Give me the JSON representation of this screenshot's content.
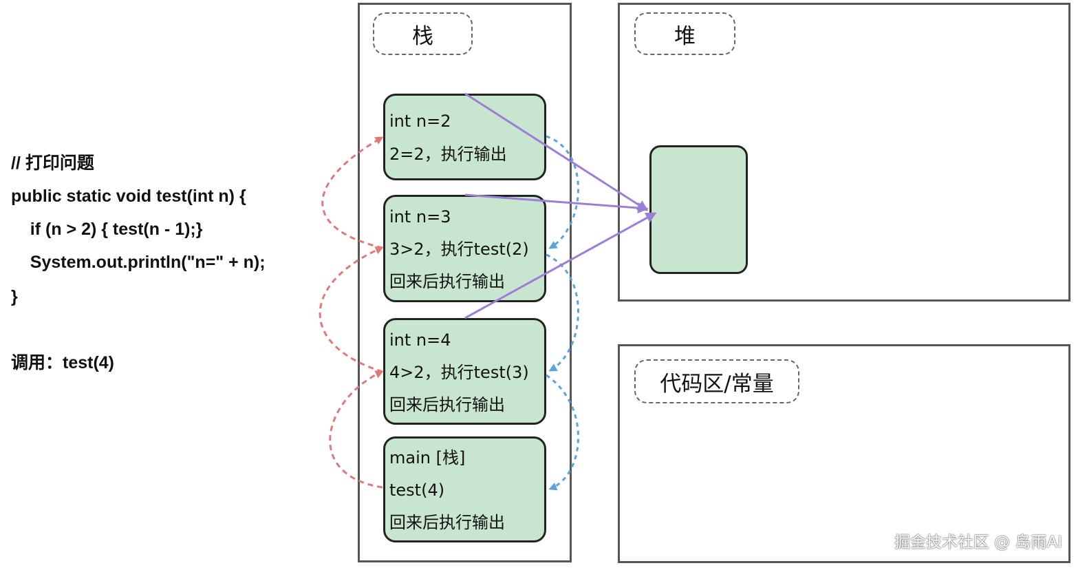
{
  "code": {
    "lines": [
      "// 打印问题",
      "public static void test(int n) {",
      "    if (n > 2) { test(n - 1);}",
      "    System.out.println(\"n=\" + n);",
      "}",
      "",
      "调用：test(4)"
    ]
  },
  "stack": {
    "label": "栈",
    "frames": [
      {
        "lines": [
          "int n=2",
          "2=2，执行输出"
        ]
      },
      {
        "lines": [
          "int n=3",
          "3>2，执行test(2)",
          "回来后执行输出"
        ]
      },
      {
        "lines": [
          "int n=4",
          "4>2，执行test(3)",
          "回来后执行输出"
        ]
      },
      {
        "lines": [
          "main [栈]",
          "test(4)",
          "回来后执行输出"
        ]
      }
    ]
  },
  "heap": {
    "label": "堆"
  },
  "code_area": {
    "label": "代码区/常量"
  },
  "watermark": "掘金技术社区 @ 岛雨AI",
  "colors": {
    "frame_fill": "#c8e6cf",
    "call_arrow": "#e07a7a",
    "return_arrow": "#5aa3dc",
    "ref_arrow": "#9b7fd6"
  }
}
